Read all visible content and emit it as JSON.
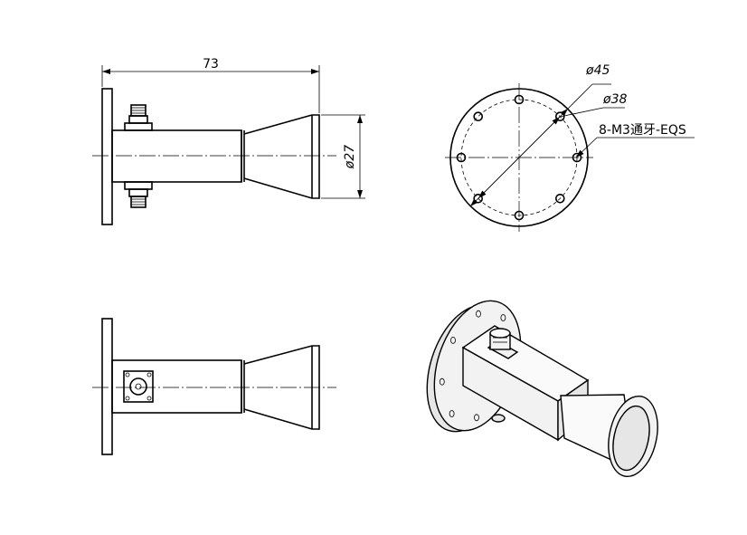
{
  "dimensions": {
    "overall_length": "73",
    "mouth_diameter": "ø27",
    "flange_outer_diameter": "ø45",
    "bolt_circle_diameter": "ø38",
    "hole_note": "8-M3通牙-EQS"
  },
  "views": {
    "front": "front-view",
    "end": "end-view",
    "side": "side-view",
    "iso": "isometric-view"
  },
  "bolt_hole_count": 8
}
